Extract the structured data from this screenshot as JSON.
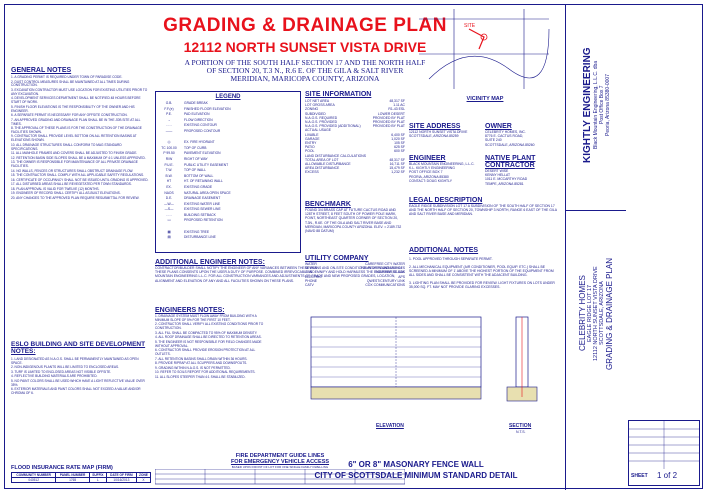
{
  "title": "GRADING & DRAINAGE PLAN",
  "address": "12112 NORTH SUNSET VISTA DRIVE",
  "subtitle": [
    "A PORTION OF THE SOUTH HALF SECTION 17 AND THE NORTH HALF",
    "OF SECTION 20, T.3 N., R.6 E. OF THE GILA & SALT RIVER",
    "MERIDIAN, MARICOPA COUNTY, ARIZONA"
  ],
  "general_notes": {
    "heading": "GENERAL NOTES",
    "items": [
      "1. A GRADING PERMIT IS REQUIRED UNDER TOWN OF PARADISE CODE.",
      "2. DUST CONTROL MEASURES SHALL BE MAINTAINED AT ALL TIMES DURING CONSTRUCTION.",
      "3. EXCAVATION CONTRACTOR MUST USE LOCATION FOR EXISTING UTILITIES PRIOR TO ANY EXCAVATION.",
      "4. DEVELOPMENT SERVICES DEPARTMENT SHALL BE NOTIFIED 48 HOURS BEFORE START OF WORK.",
      "5. FINISH FLOOR ELEVATIONS IS THE RESPONSIBILITY OF THE OWNER AND HIS ENGINEER.",
      "6. A SEPARATE PERMIT IS NECESSARY FOR ANY OFFSITE CONSTRUCTION.",
      "7. AN APPROVED GRADING AND DRAINAGE PLAN SHALL BE IN THE JOB SITE AT ALL TIMES.",
      "8. THE APPROVAL OF THESE PLANS IS FOR THE CONSTRUCTION OF THE DRAINAGE FACILITIES SHOWN.",
      "9. CONTRACTOR SHALL PROVIDE LEVEL BOTTOM ON ALL RETENTION BASINS AT ELEVATIONS SHOWN.",
      "10. ALL DRAINAGE STRUCTURES SHALL CONFORM TO MAG STANDARD SPECIFICATIONS.",
      "11. ALL MANHOLE FRAMES AND COVERS SHALL BE ADJUSTED TO FINISH GRADE.",
      "12. RETENTION BASIN SIDE SLOPES SHALL BE A MAXIMUM OF 4:1 UNLESS APPROVED.",
      "13. THE OWNER IS RESPONSIBLE FOR MAINTENANCE OF ALL PRIVATE DRAINAGE FACILITIES.",
      "14. NO WALLS, FENCES OR STRUCTURES SHALL OBSTRUCT DRAINAGE FLOW.",
      "15. THE CONTRACTOR SHALL COMPLY WITH ALL APPLICABLE SAFETY REGULATIONS.",
      "16. CERTIFICATE OF OCCUPANCY SHALL NOT BE ISSUED UNTIL GRADING IS APPROVED.",
      "17. ALL DISTURBED AREAS SHALL BE REVEGETATED PER TOWN STANDARDS.",
      "18. PLAN APPROVAL IS VALID FOR TWELVE (12) MONTHS.",
      "19. ENGINEER OF RECORD SHALL CERTIFY ALL AS-BUILT ELEVATIONS.",
      "20. ANY CHANGES TO THE APPROVED PLAN REQUIRE RESUBMITTAL FOR REVIEW."
    ]
  },
  "eslo": {
    "heading": "ESLO BUILDING AND SITE DEVELOPMENT NOTES:",
    "items": [
      "1. LAND DESIGNATED AS N.A.O.S. SHALL BE PERMANENTLY MAINTAINED AS OPEN SPACE.",
      "2. NON-INDIGENOUS PLANTS WILL BE LIMITED TO ENCLOSED AREAS.",
      "3. TURF IS LIMITED TO ENCLOSED AREAS NOT VISIBLE OFFSITE.",
      "4. REFLECTIVE BUILDING MATERIALS ARE PROHIBITED.",
      "5. NO PAINT COLORS SHALL BE USED WHICH HAVE A LIGHT REFLECTIVE VALUE OVER 35%.",
      "6. EXTERIOR MATERIALS AND PAINT COLORS SHALL NOT EXCEED A VALUE AND/OR CHROMA OF 6."
    ]
  },
  "flood": {
    "heading": "FLOOD INSURANCE RATE MAP (FIRM)",
    "headers": [
      "COMMUNITY NUMBER",
      "PANEL NUMBER",
      "SUFFIX",
      "DATE OF FIRM",
      "ZONE"
    ],
    "row": [
      "040512",
      "1765",
      "L",
      "10/16/2013",
      "X"
    ]
  },
  "legend": {
    "heading": "LEGEND",
    "items": [
      {
        "sym": "G.B.",
        "label": "GRADE BREAK"
      },
      {
        "sym": "F.F.(e)",
        "label": "FINISHED FLOOR ELEVATION"
      },
      {
        "sym": "P.E.",
        "label": "PAD ELEVATION"
      },
      {
        "sym": "→",
        "label": "FLOW DIRECTION"
      },
      {
        "sym": "- - -",
        "label": "EXISTING CONTOUR"
      },
      {
        "sym": "——",
        "label": "PROPOSED CONTOUR"
      },
      {
        "sym": "",
        "label": ""
      },
      {
        "sym": "◎",
        "label": "EX. FIRE HYDRANT"
      },
      {
        "sym": "TC 100.00",
        "label": "TOP OF CURB"
      },
      {
        "sym": "P 99.50",
        "label": "PAVEMENT ELEVATION"
      },
      {
        "sym": "R/W",
        "label": "RIGHT OF WAY"
      },
      {
        "sym": "P.U.E.",
        "label": "PUBLIC UTILITY EASEMENT"
      },
      {
        "sym": "T.W.",
        "label": "TOP OF WALL"
      },
      {
        "sym": "B.W.",
        "label": "BOTTOM OF WALL"
      },
      {
        "sym": "HT",
        "label": "HT. OF RETAINING WALL"
      },
      {
        "sym": "EX.",
        "label": "EXISTING GRADE"
      },
      {
        "sym": "NAOS",
        "label": "NATURAL AREA OPEN SPACE"
      },
      {
        "sym": "D.E.",
        "label": "DRAINAGE EASEMENT"
      },
      {
        "sym": "—W—",
        "label": "EXISTING WATER LINE"
      },
      {
        "sym": "—S—",
        "label": "EXISTING SEWER LINE"
      },
      {
        "sym": "- - -",
        "label": "BUILDING SETBACK"
      },
      {
        "sym": "▭",
        "label": "PROPOSED RETENTION"
      },
      {
        "sym": "",
        "label": ""
      },
      {
        "sym": "▦",
        "label": "EXISTING TREE"
      },
      {
        "sym": "▤",
        "label": "DISTURBANCE LINE"
      }
    ]
  },
  "site_info": {
    "heading": "SITE INFORMATION",
    "rows": [
      [
        "LOT NET AREA",
        "48,317 SF"
      ],
      [
        "LOT GROSS AREA",
        "1.11 AC"
      ],
      [
        "ZONING",
        "R1-43 ESL"
      ],
      [
        "SUBDIVIDED",
        "LOWER DESERT"
      ],
      [
        "N.A.O.S. REQUIRED",
        "PROVIDED BY PLAT"
      ],
      [
        "N.A.O.S. PROVIDED",
        "PROVIDED BY PLAT"
      ],
      [
        "N.A.O.S. PROVIDED (ADDITIONAL)",
        "PROVIDED BY PLAT"
      ],
      [
        "ACTUAL USAGE",
        ""
      ],
      [
        "LIVABLE",
        "6,400 SF"
      ],
      [
        "GARAGE",
        "1,020 SF"
      ],
      [
        "ENTRY",
        "105 SF"
      ],
      [
        "PATIO",
        "625 SF"
      ],
      [
        "POOL",
        "600 SF"
      ],
      [
        "LAND DISTURBANCE CALCULATIONS",
        ""
      ],
      [
        "TOTAL AREA OF LOT",
        "48,317 SF"
      ],
      [
        "ALLOWABLE DISTURBANCE",
        "16,711 SF"
      ],
      [
        "AREA DISTURBANCE",
        "15,479 SF"
      ],
      [
        "EXCESS",
        "1,232 SF"
      ]
    ]
  },
  "benchmark": {
    "heading": "BENCHMARK",
    "text": "FOUND 3/4 BRASS CAP AT FUTURE CACTUS ROAD AND 128TH STREET, 8 FEET SOUTH OF POWER POLE MARK, POINT, NORTHEAST QUARTER CORNER OF SECTION 20, T.3N., R.6E. OF THE GILA AND SALT RIVER BASE AND MERIDIAN, MARICOPA COUNTY ARIZONA. ELEV. = 2189.732 (NAVD 88 DATUM)"
  },
  "utility": {
    "heading": "UTILITY COMPANY",
    "rows": [
      [
        "WATER",
        "CAREFREE CITY WATER"
      ],
      [
        "SEWER",
        "TOWN OF FOUNTAIN HILLS"
      ],
      [
        "GAS",
        "SOUTHWEST GAS"
      ],
      [
        "ELECTRIC",
        "APS"
      ],
      [
        "PHONE",
        "QWEST/CENTURY LINK"
      ],
      [
        "CATV",
        "COX COMMUNICATIONS"
      ]
    ]
  },
  "vicinity": {
    "heading": "VICINITY MAP",
    "site": "SITE"
  },
  "site_address": {
    "heading": "SITE ADDRESS",
    "lines": [
      "12112 NORTH SUNSET VISTA DRIVE",
      "SCOTTSDALE, ARIZONA 85259"
    ]
  },
  "owner": {
    "heading": "OWNER",
    "lines": [
      "CELEBRITY HOMES, INC.",
      "8776 E. CACTUS ROAD,",
      "SUITE 240",
      "SCOTTSDALE, ARIZONA 85260"
    ]
  },
  "engineer": {
    "heading": "ENGINEER",
    "lines": [
      "BLACK MOUNTAIN ENGINEERING, L.L.C.",
      "K.L. KIGHTLY ENGINEERING",
      "POST OFFICE BOX 7",
      "PEORIA, ARIZONA 85380",
      "CONTACT: DOUG KIGHTLY"
    ]
  },
  "contractor": {
    "heading": "NATIVE PLANT CONTRACTOR",
    "lines": [
      "DESERT WISE",
      "KENNY HELLAT",
      "1011 E. MCCARTHY ROAD",
      "TEMPE, ARIZONA 85281"
    ]
  },
  "legal": {
    "heading": "LEGAL DESCRIPTION",
    "text": "EAGLE RIDGE SUBDIVISION LOT 17 A SUBDIVISION OF THE SOUTH HALF OF SECTION 17 AND THE NORTH HALF OF SECTION 20, TOWNSHIP 3 NORTH, RANGE 6 EAST OF THE GILA AND SALT RIVER BASE AND MERIDIAN."
  },
  "additional_right": {
    "heading": "ADDITIONAL NOTES",
    "items": [
      "1. POOL APPROVED THROUGH SEPARATE PERMIT.",
      "2. ALL MECHANICAL EQUIPMENT (AIR CONDITIONER, POOL EQUIP. ETC.) SHALL BE SCREENED A MINIMUM OF 1' ABOVE THE HIGHEST PORTION OF THE EQUIPMENT FROM ALL SIDES AND SHALL BE CONSISTENT WITH THE ADJACENT BUILDING.",
      "3. LIGHTING PLAN SHALL BE PROVIDED FOR REVIEW. LIGHT FIXTURES ON LOTS UNDER 35,000 SQ. FT. MAY NOT PROVIDE GLARING EXCESSES."
    ]
  },
  "additional_engineer": {
    "heading": "ADDITIONAL ENGINEER NOTES:",
    "text": "CONTRACTOR/BUILDER SHALL NOTIFY THE ENGINEER OF ANY VARIANCES BETWEEN THESE PLANS AND ON-SITE CONDITIONS. REVIEW AND USE OF THESE PLANS CONSENTS UPON THE USER A DUTY OF PURPOSE. COMBINED IRREVOCABLY INDEMNIFY AND HOLD HARMLESS THE ENGINEER, BLACK MOUNTAIN ENGINEERING L.L.C. FOR ALL CONSTRUCTION VARIANCES AND ADJUSTMENTS OF GRADE AND NEW PROPOSED GRADES, LOCATION, ALIGNMENT AND ELEVATION OF ANY AND ALL FACILITIES SHOWN ON THESE PLANS."
  },
  "engineers_notes": {
    "heading": "ENGINEERS NOTES:",
    "items": [
      "1. DRAINAGE SYSTEM MUST FLOW AWAY FROM BUILDING WITH A MINIMUM SLOPE OF 5% FOR THE FIRST 10 FEET.",
      "2. CONTRACTOR SHALL VERIFY ALL EXISTING CONDITIONS PRIOR TO CONSTRUCTION.",
      "3. ALL FILL SHALL BE COMPACTED TO 95% OF MAXIMUM DENSITY.",
      "4. ALL ROOF DRAINAGE SHALL BE DIRECTED TO RETENTION AREAS.",
      "5. THE ENGINEER IS NOT RESPONSIBLE FOR FIELD CHANGES MADE WITHOUT APPROVAL.",
      "6. CONTRACTOR SHALL PROVIDE EROSION PROTECTION AT ALL OUTLETS.",
      "7. ALL RETENTION BASINS SHALL DRAIN WITHIN 36 HOURS.",
      "8. PROVIDE RIPRAP AT ALL SCUPPERS AND DOWNSPOUTS.",
      "9. GRADING WITHIN N.A.O.S. IS NOT PERMITTED.",
      "10. REFER TO SOILS REPORT FOR ADDITIONAL REQUIREMENTS.",
      "11. ALL SLOPES STEEPER THAN 4:1 SHALL BE STABILIZED."
    ]
  },
  "fire": {
    "heading": "FIRE DEPARTMENT GUIDE LINES",
    "sub": "FOR EMERGENCY VEHICLE ACCESS",
    "note": "BASED UPON FRONT OF LOT FOR ONE SINGLE FAMILY DWELLING"
  },
  "wall": {
    "elevation": "ELEVATION",
    "section": "SECTION",
    "scale": "N.T.S.",
    "caption1": "6\" OR 8\" MASONARY FENCE WALL",
    "caption2": "CITY OF SCOTTSDALE MINIMUM STANDARD DETAIL"
  },
  "firm_block": {
    "lines": [
      "KIGHTLY ENGINEERING",
      "Black Mountain Engineering, L.L.C. dba",
      "Post Office Box 7",
      "Peoria, Arizona 85380-0007"
    ]
  },
  "project_block": {
    "lines": [
      "CELEBRITY HOMES",
      "EAGLE RIDGE LOT 17",
      "12112 NORTH SUNSET VISTA DRIVE",
      "SCOTTSDALE, ARIZONA",
      "GRADING & DRAINAGE PLAN"
    ]
  },
  "sheet": {
    "label": "SHEET",
    "value": "1 of 2"
  }
}
